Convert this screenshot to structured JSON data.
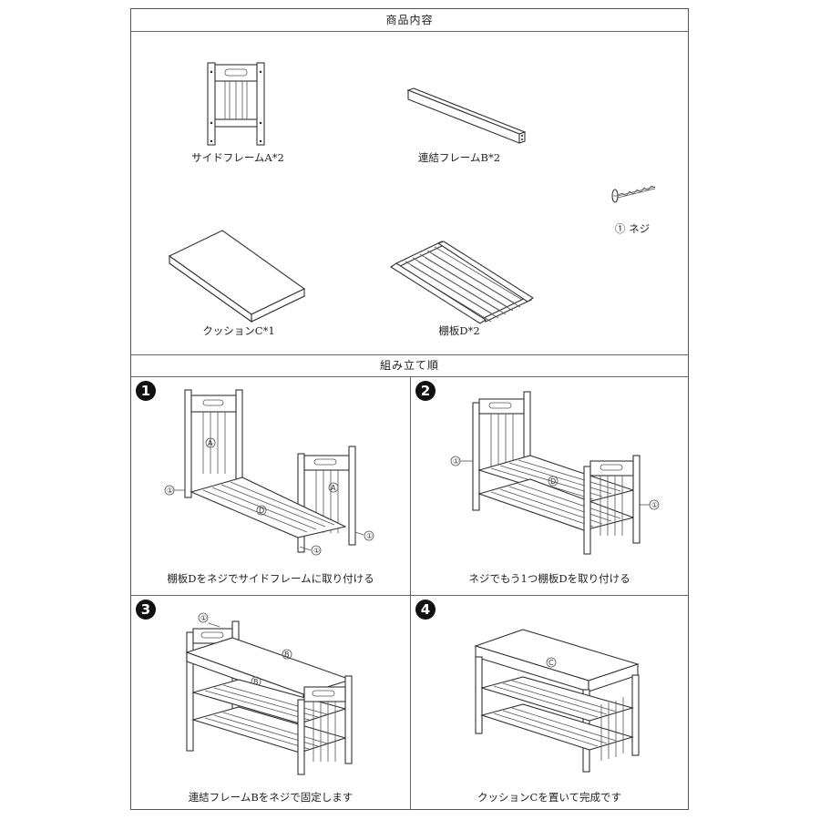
{
  "sections": {
    "contents_title": "商品内容",
    "steps_title": "組み立て順"
  },
  "parts": {
    "side_frame": "サイドフレームA*2",
    "connect_frame": "連結フレームB*2",
    "screw": "① ネジ",
    "cushion": "クッションC*1",
    "shelf": "棚板D*2"
  },
  "steps": [
    {
      "number": "1",
      "caption": "棚板Dをネジでサイドフレームに取り付ける"
    },
    {
      "number": "2",
      "caption": "ネジでもう1つ棚板Dを取り付ける"
    },
    {
      "number": "3",
      "caption": "連結フレームBをネジで固定します"
    },
    {
      "number": "4",
      "caption": "クッションCを置いて完成です"
    }
  ],
  "labels": {
    "a": "A",
    "b": "B",
    "c": "C",
    "d": "D",
    "screw": "①"
  }
}
